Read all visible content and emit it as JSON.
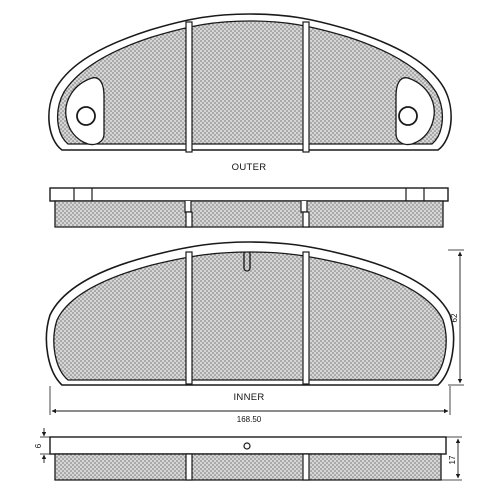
{
  "labels": {
    "outer": "OUTER",
    "inner": "INNER"
  },
  "dimensions": {
    "width": "168.50",
    "height": "62",
    "thickness_total": "17",
    "backing_plate": "6"
  },
  "colors": {
    "line": "#1a1a1a",
    "friction_fill": "#d4d4d4",
    "friction_dot": "#6e6e6e",
    "background": "#ffffff"
  }
}
